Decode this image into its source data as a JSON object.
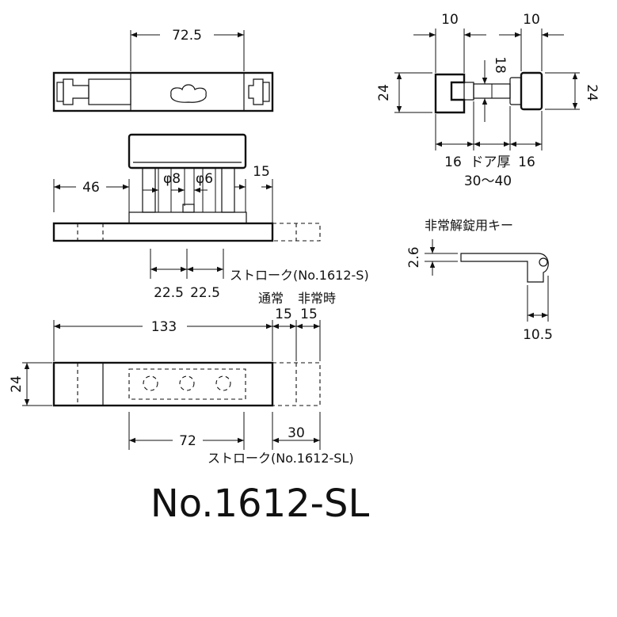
{
  "dimensions": {
    "top_width": "72.5",
    "right_left_thickness": "10",
    "right_right_thickness": "10",
    "right_height_left": "24",
    "right_height_right": "24",
    "right_shaft": "18",
    "right_bottom_left": "16",
    "right_door_label": "ドア厚",
    "right_bottom_right": "16",
    "right_door_range": "30～40",
    "left_offset": "46",
    "dia_8": "φ8",
    "dia_6": "φ6",
    "right_offset": "15",
    "stroke_1": "22.5",
    "stroke_2": "22.5",
    "bottom_length": "133",
    "bottom_extra_1": "15",
    "bottom_extra_2": "15",
    "bottom_height": "24",
    "bottom_72": "72",
    "bottom_30": "30",
    "key_thickness": "2.6",
    "key_length": "10.5"
  },
  "labels": {
    "stroke_s": "ストローク(No.1612-S)",
    "normal": "通常",
    "emergency": "非常時",
    "stroke_sl": "ストローク(No.1612-SL)",
    "emergency_key": "非常解錠用キー"
  },
  "title": "No.1612-SL"
}
